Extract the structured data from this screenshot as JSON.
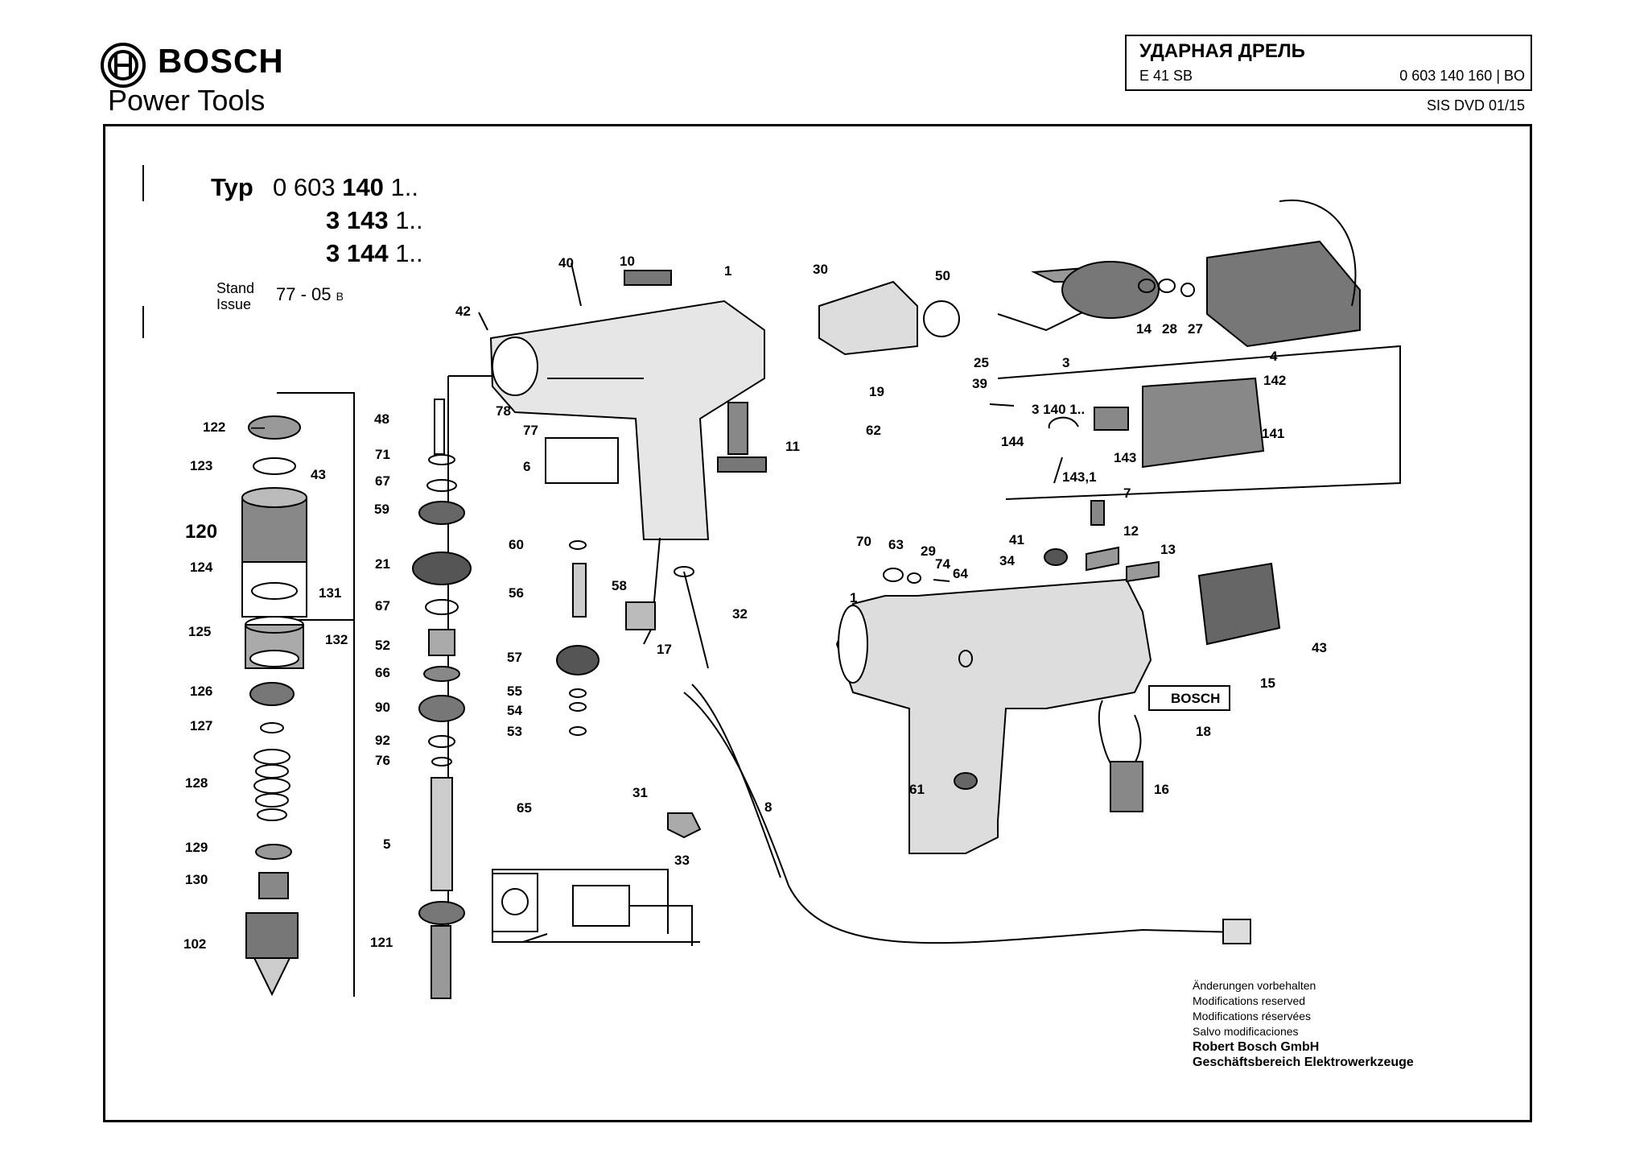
{
  "header": {
    "brand": "BOSCH",
    "subbrand": "Power Tools",
    "title": "УДАРНАЯ ДРЕЛЬ",
    "model": "E 41 SB",
    "part_number": "0 603 140 160 | BO",
    "dvd": "SIS DVD 01/15"
  },
  "type_block": {
    "label": "Typ",
    "rows": [
      {
        "prefix": "0 603 ",
        "bold": "140",
        "suffix": " 1.."
      },
      {
        "prefix": "",
        "bold": "3 143",
        "suffix": " 1.."
      },
      {
        "prefix": "",
        "bold": "3 144",
        "suffix": " 1.."
      }
    ],
    "stand_label": "Stand",
    "issue_label": "Issue",
    "stand_value": "77 - 05",
    "stand_suffix": "B"
  },
  "notes": {
    "lines": [
      "Änderungen vorbehalten",
      "Modifications reserved",
      "Modifications réservées",
      "Salvo modificaciones"
    ],
    "company": "Robert Bosch GmbH",
    "division": "Geschäftsbereich Elektrowerkzeuge"
  },
  "diagram_labels": {
    "motor_variant": "3 140 1..",
    "nameplate": "BOSCH",
    "part_numbers": [
      "1",
      "3",
      "4",
      "5",
      "6",
      "7",
      "8",
      "10",
      "11",
      "12",
      "13",
      "14",
      "15",
      "16",
      "17",
      "18",
      "19",
      "21",
      "25",
      "27",
      "28",
      "29",
      "30",
      "31",
      "32",
      "33",
      "34",
      "39",
      "40",
      "41",
      "42",
      "43",
      "48",
      "50",
      "52",
      "53",
      "54",
      "55",
      "56",
      "57",
      "58",
      "59",
      "60",
      "61",
      "62",
      "63",
      "64",
      "65",
      "66",
      "67",
      "70",
      "71",
      "74",
      "76",
      "77",
      "78",
      "90",
      "92",
      "102",
      "120",
      "121",
      "122",
      "123",
      "124",
      "125",
      "126",
      "127",
      "128",
      "129",
      "130",
      "131",
      "132",
      "141",
      "142",
      "143",
      "144",
      "143,1"
    ]
  }
}
